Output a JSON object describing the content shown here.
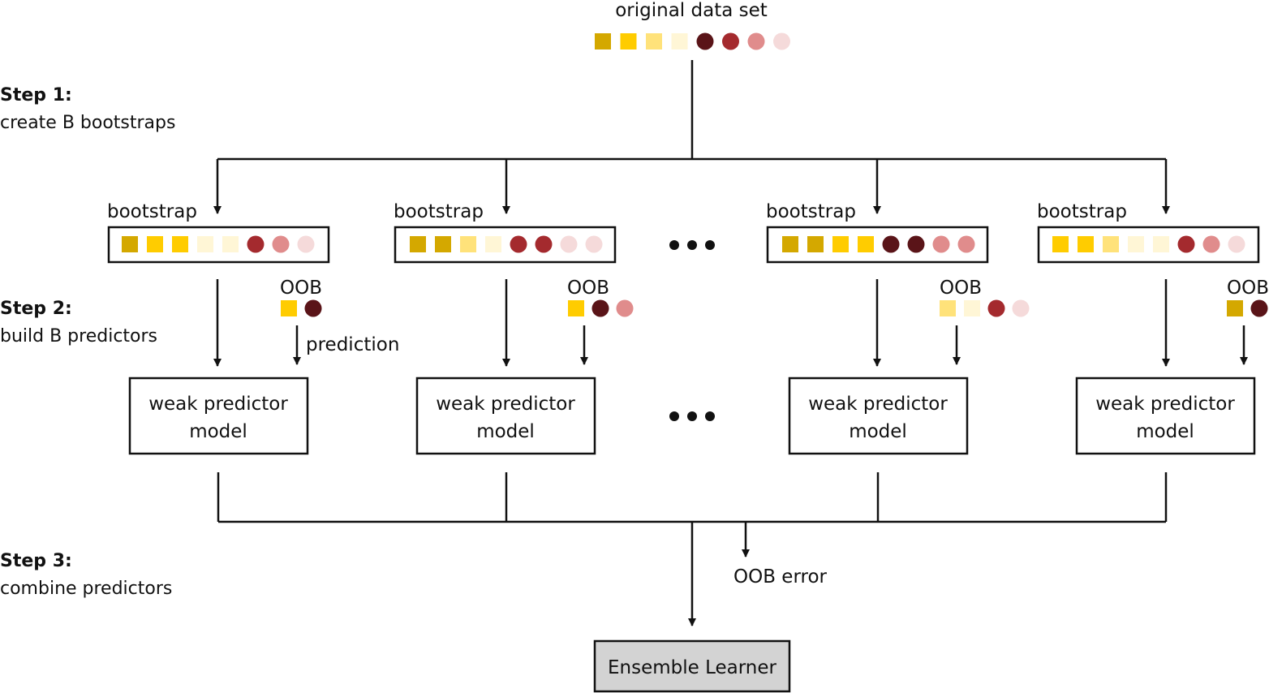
{
  "colors": {
    "sq_dark": "#D4A800",
    "sq_mid": "#FFCC00",
    "sq_light": "#FFE27A",
    "sq_pale": "#FFF6D6",
    "ci_dark": "#5A1418",
    "ci_mid": "#A42A2E",
    "ci_light": "#E08C8C",
    "ci_pale": "#F5DADA",
    "line": "#111111",
    "ensemble_fill": "#d3d3d3"
  },
  "original": {
    "label": "original  data set",
    "items": [
      "sq_dark",
      "sq_mid",
      "sq_light",
      "sq_pale",
      "ci_dark",
      "ci_mid",
      "ci_light",
      "ci_pale"
    ]
  },
  "steps": [
    {
      "title": "Step 1:",
      "desc": "create B bootstraps"
    },
    {
      "title": "Step 2:",
      "desc": "build B predictors"
    },
    {
      "title": "Step 3:",
      "desc": "combine predictors"
    }
  ],
  "bootstraps": [
    {
      "label": "bootstrap",
      "items": [
        "sq_dark",
        "sq_mid",
        "sq_mid",
        "sq_pale",
        "sq_pale",
        "ci_mid",
        "ci_light",
        "ci_pale"
      ],
      "oob_label": "OOB",
      "oob_items": [
        "sq_mid",
        "ci_dark"
      ],
      "model_lines": [
        "weak predictor",
        "model"
      ]
    },
    {
      "label": "bootstrap",
      "items": [
        "sq_dark",
        "sq_dark",
        "sq_light",
        "sq_pale",
        "ci_mid",
        "ci_mid",
        "ci_pale",
        "ci_pale"
      ],
      "oob_label": "OOB",
      "oob_items": [
        "sq_mid",
        "ci_dark",
        "ci_light"
      ],
      "model_lines": [
        "weak predictor",
        "model"
      ]
    },
    {
      "label": "bootstrap",
      "items": [
        "sq_dark",
        "sq_dark",
        "sq_mid",
        "sq_mid",
        "ci_dark",
        "ci_dark",
        "ci_light",
        "ci_light"
      ],
      "oob_label": "OOB",
      "oob_items": [
        "sq_light",
        "sq_pale",
        "ci_mid",
        "ci_pale"
      ],
      "model_lines": [
        "weak predictor",
        "model"
      ]
    },
    {
      "label": "bootstrap",
      "items": [
        "sq_mid",
        "sq_mid",
        "sq_light",
        "sq_pale",
        "sq_pale",
        "ci_mid",
        "ci_light",
        "ci_pale"
      ],
      "oob_label": "OOB",
      "oob_items": [
        "sq_dark",
        "ci_dark"
      ],
      "model_lines": [
        "weak predictor",
        "model"
      ]
    }
  ],
  "prediction_label": "prediction",
  "oob_error_label": "OOB error",
  "ensemble_label": "Ensemble Learner"
}
